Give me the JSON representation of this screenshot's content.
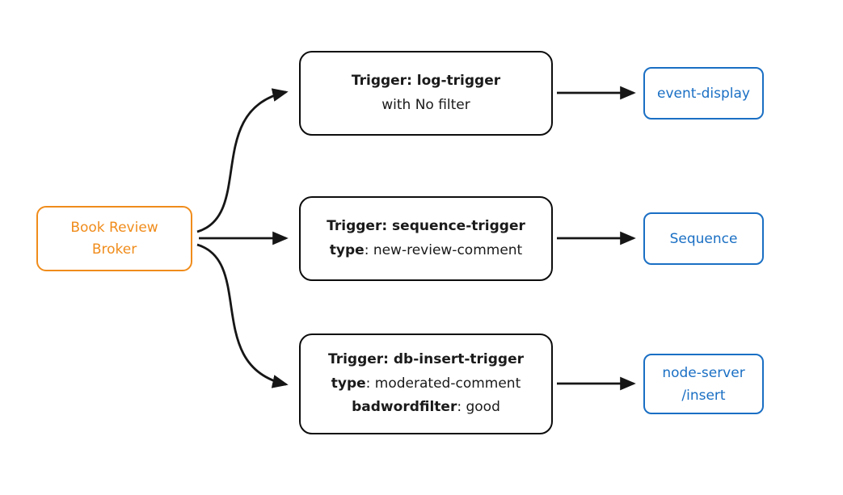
{
  "colors": {
    "broker_orange": "#f08c1b",
    "trigger_black": "#0d0d0d",
    "sink_blue": "#1a6fc4",
    "arrow_black": "#161616"
  },
  "broker": {
    "label": "Book Review\nBroker"
  },
  "triggers": [
    {
      "title": "Trigger: log-trigger",
      "lines": [
        {
          "bold": "",
          "rest": "with No filter"
        }
      ]
    },
    {
      "title": "Trigger: sequence-trigger",
      "lines": [
        {
          "bold": "type",
          "rest": ": new-review-comment"
        }
      ]
    },
    {
      "title": "Trigger: db-insert-trigger",
      "lines": [
        {
          "bold": "type",
          "rest": ": moderated-comment"
        },
        {
          "bold": "badwordfilter",
          "rest": ": good"
        }
      ]
    }
  ],
  "sinks": [
    {
      "label": "event-display"
    },
    {
      "label": "Sequence"
    },
    {
      "label": "node-server\n/insert"
    }
  ]
}
